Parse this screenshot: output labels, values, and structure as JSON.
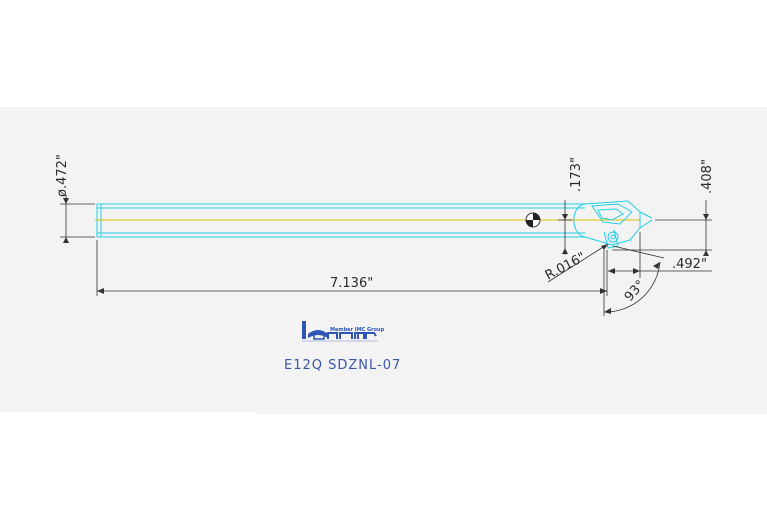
{
  "drawing": {
    "dimensions": {
      "shank_diameter": "ø.472\"",
      "height_173": ".173\"",
      "height_408": ".408\"",
      "overall_length": "7.136\"",
      "radius": "R.016\"",
      "offset_492": ".492\"",
      "angle": "93°"
    },
    "logo": {
      "tagline": "Member IMC Group",
      "brand": "Iscar"
    },
    "part_number": "E12Q SDZNL-07"
  },
  "colors": {
    "tool_outline": "#22d0e8",
    "centerline": "#d9c000",
    "dimension_lines": "#333333",
    "part_number_text": "#3b55a8",
    "logo_blue": "#2e55b5",
    "background_panel": "#f3f3f3"
  },
  "icons": {
    "center_mark": "center-mark-icon",
    "logo": "iscar-logo-icon"
  }
}
